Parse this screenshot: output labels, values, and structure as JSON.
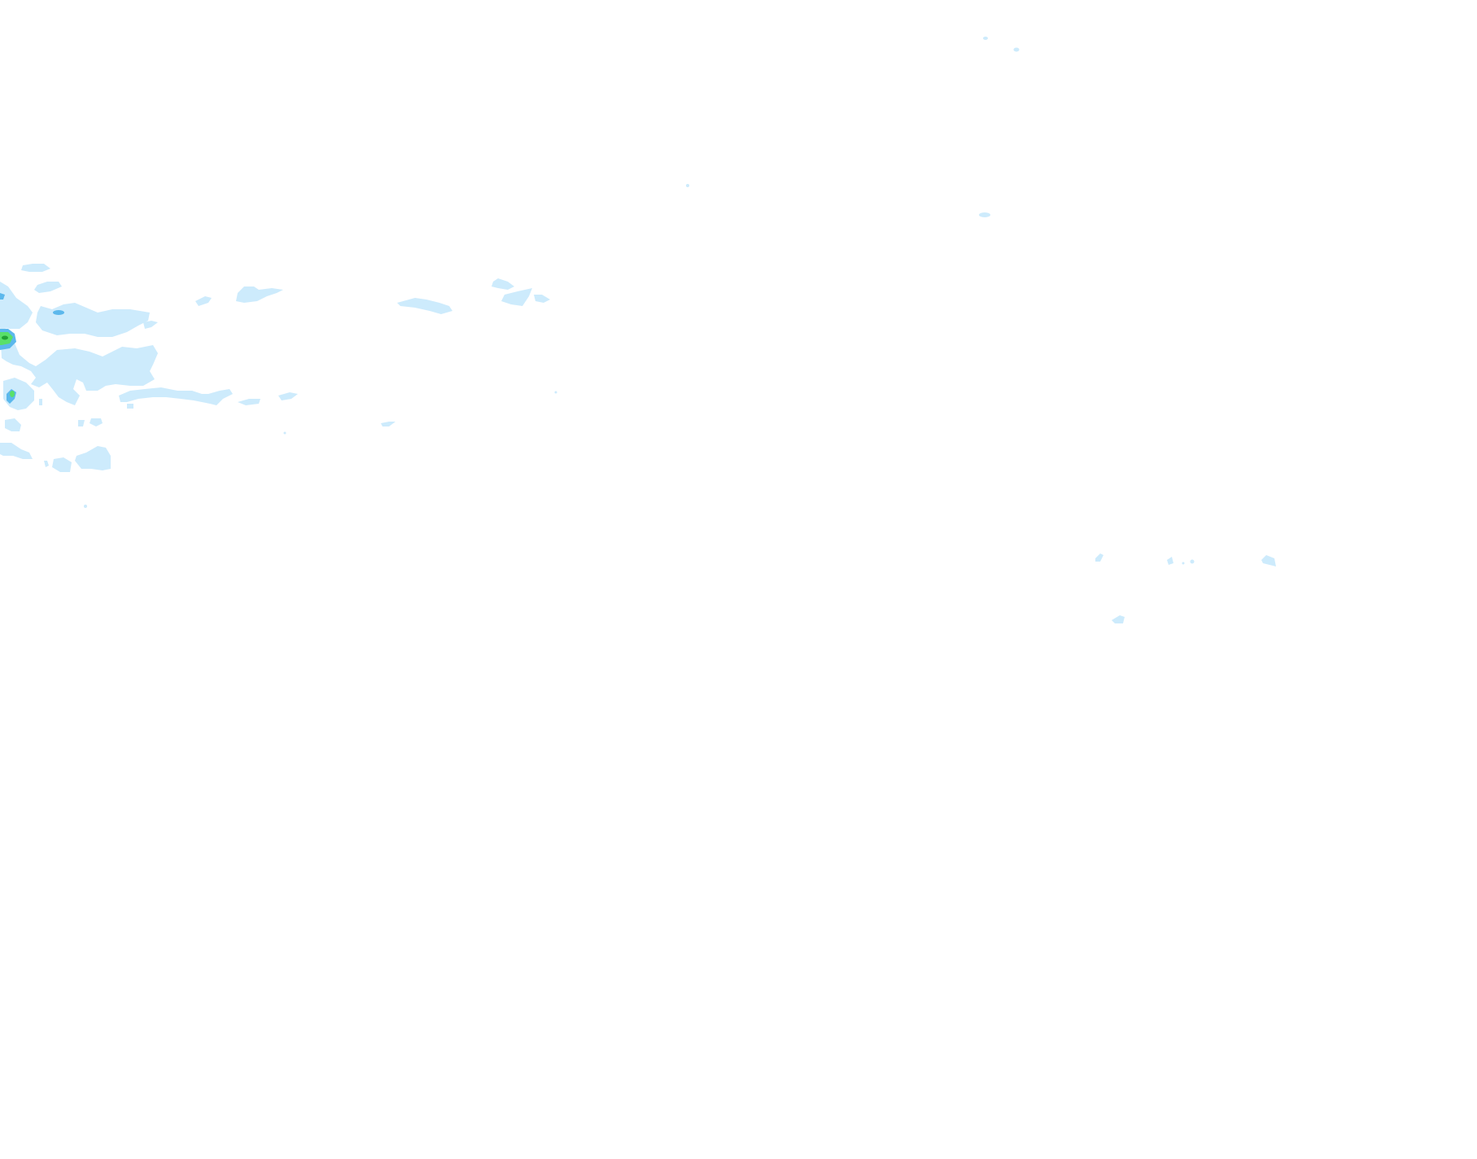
{
  "map": {
    "background_color": "#ffffff",
    "precipitation_levels": [
      {
        "level": 1,
        "color": "#cdebfc"
      },
      {
        "level": 2,
        "color": "#5cb8ec"
      },
      {
        "level": 3,
        "color": "#59e06a"
      },
      {
        "level": 4,
        "color": "#22a235"
      }
    ]
  }
}
